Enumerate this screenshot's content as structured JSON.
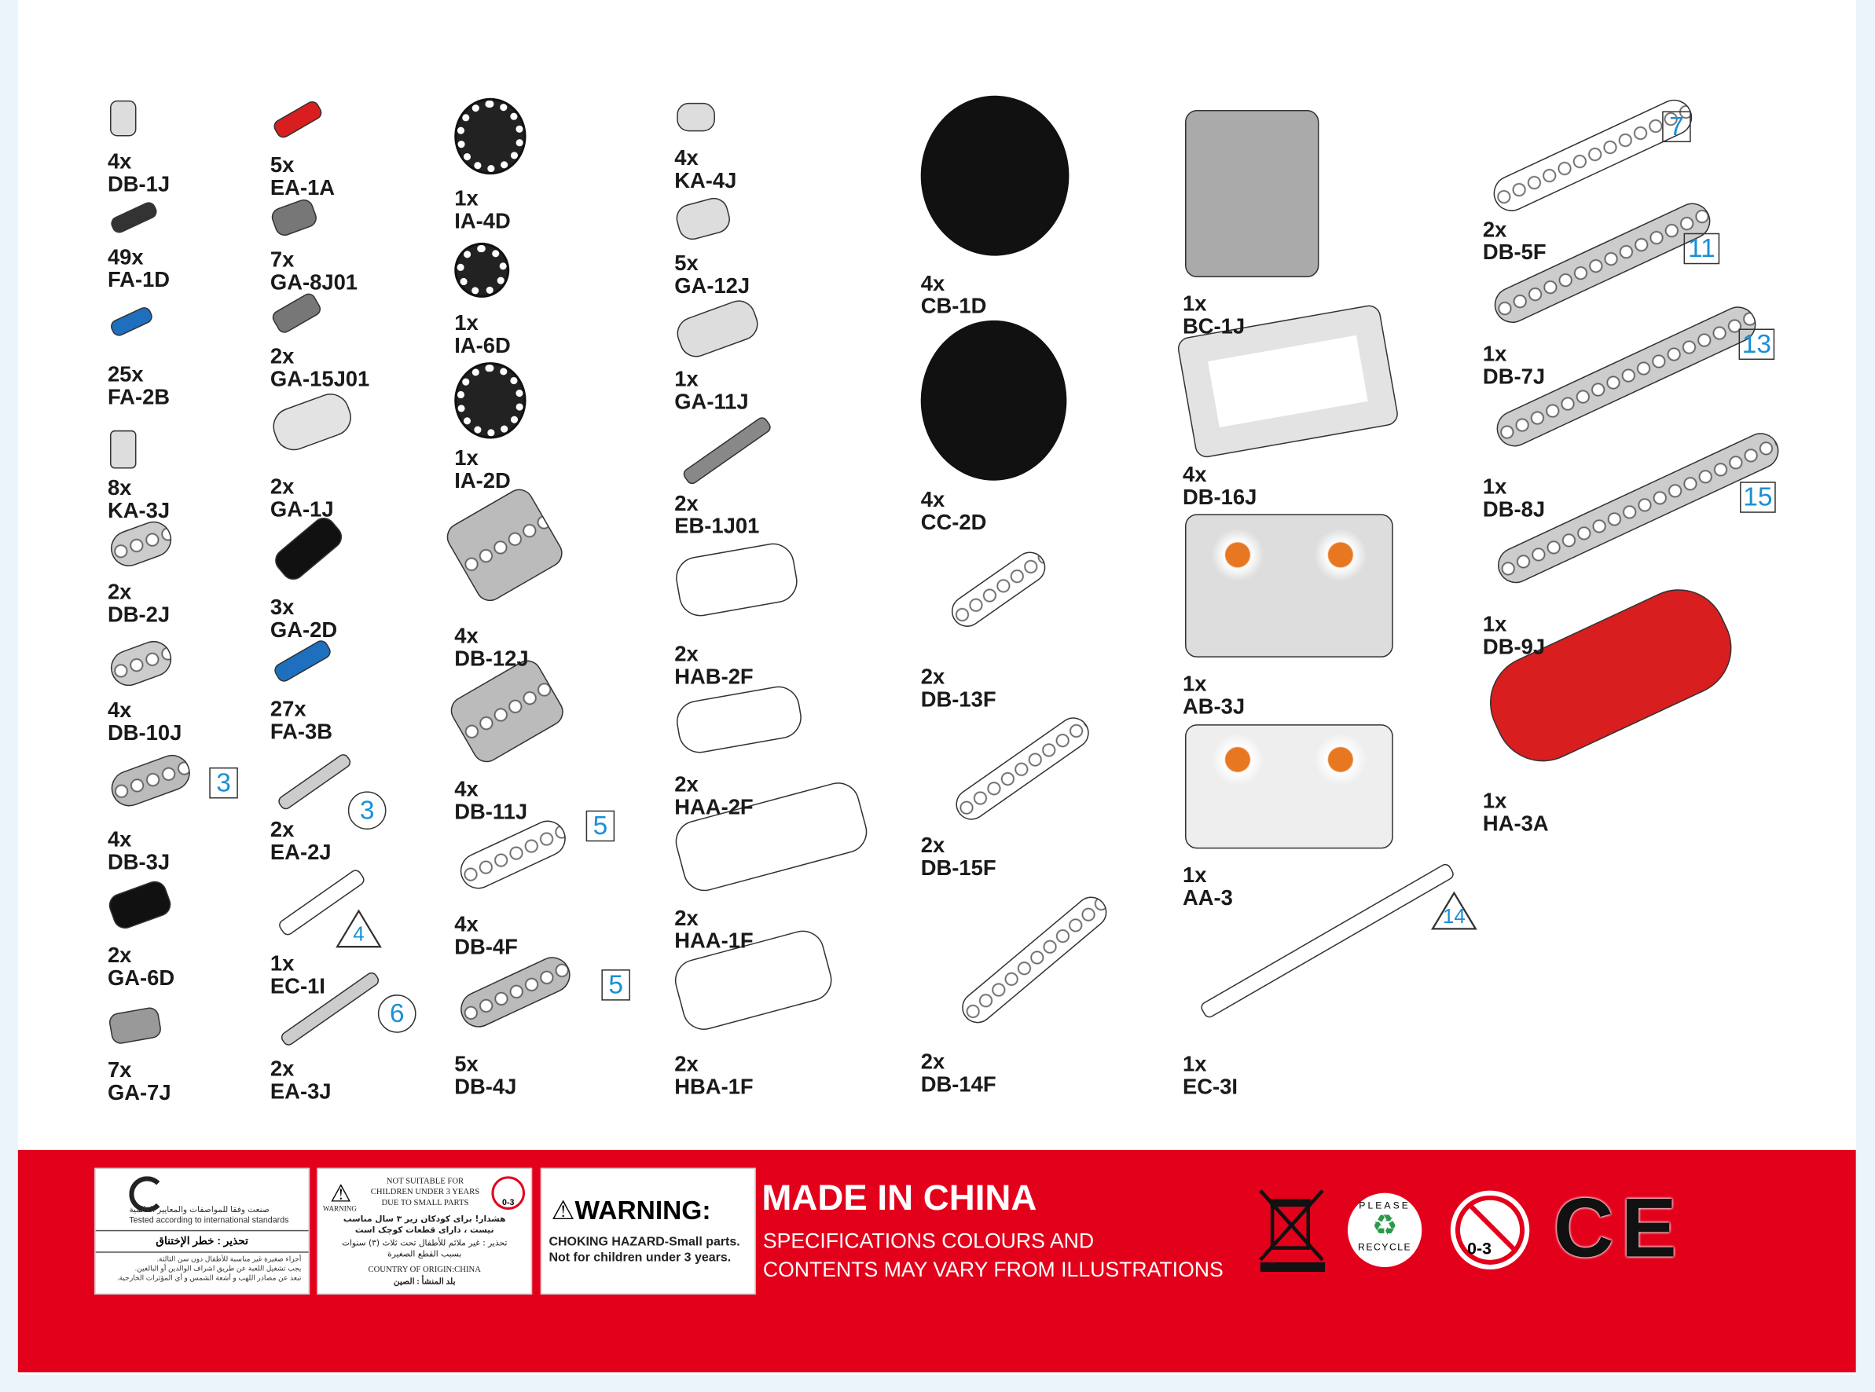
{
  "parts": [
    {
      "qty": "4x",
      "code": "DB-1J"
    },
    {
      "qty": "49x",
      "code": "FA-1D"
    },
    {
      "qty": "25x",
      "code": "FA-2B"
    },
    {
      "qty": "8x",
      "code": "KA-3J"
    },
    {
      "qty": "2x",
      "code": "DB-2J"
    },
    {
      "qty": "4x",
      "code": "DB-10J"
    },
    {
      "qty": "4x",
      "code": "DB-3J"
    },
    {
      "qty": "2x",
      "code": "GA-6D"
    },
    {
      "qty": "7x",
      "code": "GA-7J"
    },
    {
      "qty": "5x",
      "code": "EA-1A"
    },
    {
      "qty": "7x",
      "code": "GA-8J01"
    },
    {
      "qty": "2x",
      "code": "GA-15J01"
    },
    {
      "qty": "2x",
      "code": "GA-1J"
    },
    {
      "qty": "3x",
      "code": "GA-2D"
    },
    {
      "qty": "27x",
      "code": "FA-3B"
    },
    {
      "qty": "2x",
      "code": "EA-2J"
    },
    {
      "qty": "1x",
      "code": "EC-1I"
    },
    {
      "qty": "2x",
      "code": "EA-3J"
    },
    {
      "qty": "1x",
      "code": "IA-4D"
    },
    {
      "qty": "1x",
      "code": "IA-6D"
    },
    {
      "qty": "1x",
      "code": "IA-2D"
    },
    {
      "qty": "4x",
      "code": "DB-12J"
    },
    {
      "qty": "4x",
      "code": "DB-11J"
    },
    {
      "qty": "4x",
      "code": "DB-4F"
    },
    {
      "qty": "5x",
      "code": "DB-4J"
    },
    {
      "qty": "4x",
      "code": "KA-4J"
    },
    {
      "qty": "5x",
      "code": "GA-12J"
    },
    {
      "qty": "1x",
      "code": "GA-11J"
    },
    {
      "qty": "2x",
      "code": "EB-1J01"
    },
    {
      "qty": "2x",
      "code": "HAB-2F"
    },
    {
      "qty": "2x",
      "code": "HAA-2F"
    },
    {
      "qty": "2x",
      "code": "HAA-1F"
    },
    {
      "qty": "2x",
      "code": "HBA-1F"
    },
    {
      "qty": "4x",
      "code": "CB-1D"
    },
    {
      "qty": "4x",
      "code": "CC-2D"
    },
    {
      "qty": "2x",
      "code": "DB-13F"
    },
    {
      "qty": "2x",
      "code": "DB-15F"
    },
    {
      "qty": "2x",
      "code": "DB-14F"
    },
    {
      "qty": "1x",
      "code": "BC-1J"
    },
    {
      "qty": "4x",
      "code": "DB-16J"
    },
    {
      "qty": "1x",
      "code": "AB-3J"
    },
    {
      "qty": "1x",
      "code": "AA-3"
    },
    {
      "qty": "1x",
      "code": "EC-3I"
    },
    {
      "qty": "2x",
      "code": "DB-5F"
    },
    {
      "qty": "1x",
      "code": "DB-7J"
    },
    {
      "qty": "1x",
      "code": "DB-8J"
    },
    {
      "qty": "1x",
      "code": "DB-9J"
    },
    {
      "qty": "1x",
      "code": "HA-3A"
    }
  ],
  "length_markers": [
    "3",
    "3",
    "4",
    "6",
    "5",
    "5",
    "14",
    "7",
    "11",
    "13",
    "15"
  ],
  "footer": {
    "standards_arabic": "صنعت وفقا للمواصفات والمعايير العالمية",
    "standards_text": "Tested according to international standards",
    "arabic_warning_title": "تحذير : خطر الإختناق",
    "arabic_bullets": [
      "أجزاء صغيرة غير مناسبة للأطفال دون سن الثالثة.",
      "يجب تشغيل اللعبة عن طريق اشراف الوالدين أو البالغين.",
      "تبعد عن مصادر اللهب و أشعة الشمس و أي المؤثرات الخارجية."
    ],
    "not_suitable": "NOT SUITABLE FOR CHILDREN UNDER 3 YEARS DUE TO SMALL PARTS",
    "warning_small": "WARNING",
    "persian_1": "هشدار! برای کودکان زیر ۳ سال مناسب نیست ، دارای قطعات کوچک است",
    "arabic_2": "تحذير : غير ملائم للأطفال تحت ثلاث (٣) سنوات بسبب القطع الصغيرة",
    "country": "COUNTRY OF ORIGIN:CHINA",
    "country_arabic": "بلد المنشأ : الصين",
    "warning_title": "WARNING:",
    "choking_1": "CHOKING HAZARD-Small parts.",
    "choking_2": "Not for children under 3 years.",
    "made_in": "MADE IN CHINA",
    "spec_1": "SPECIFICATIONS COLOURS AND",
    "spec_2": "CONTENTS MAY VARY FROM ILLUSTRATIONS",
    "age_badge": "0-3",
    "recycle_top": "PLEASE",
    "recycle_bottom": "RECYCLE"
  },
  "colors": {
    "red": "#e3001b",
    "marker_blue": "#1a8fd6",
    "light_gray": "#d9d9d9",
    "dark_gray": "#777777",
    "blue_pin": "#1f6fbf",
    "red_part": "#d81e1e"
  }
}
